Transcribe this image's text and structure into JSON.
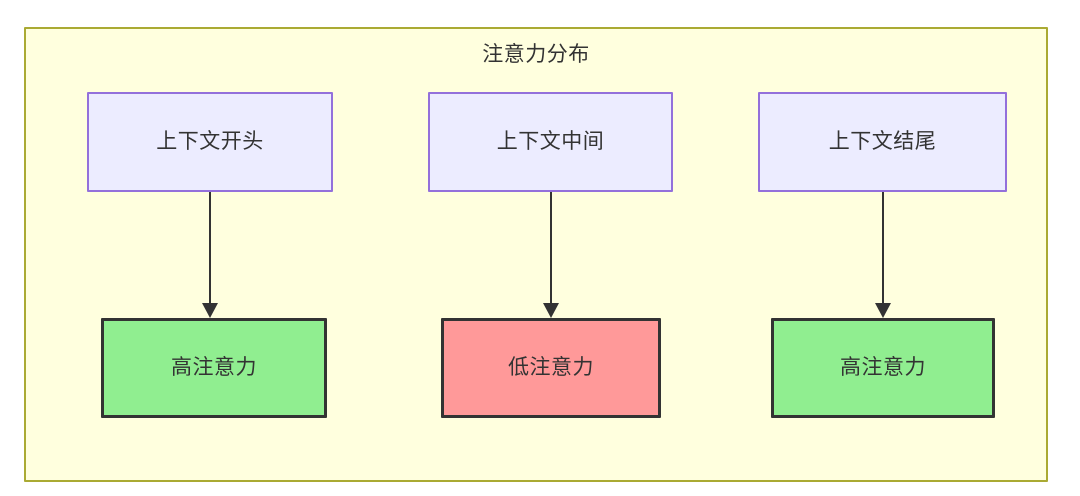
{
  "diagram": {
    "title": "注意力分布",
    "type": "flowchart",
    "direction": "top-to-bottom",
    "colors": {
      "frame_border": "#aaaa33",
      "frame_fill": "#ffffde",
      "context_fill": "#ececff",
      "context_border": "#9370db",
      "high_attention_fill": "#90ee90",
      "low_attention_fill": "#ff9999",
      "node_border": "#333333",
      "text": "#333333",
      "edge": "#333333"
    },
    "nodes": [
      {
        "id": "ctx-start",
        "label": "上下文开头",
        "role": "context",
        "column": 1
      },
      {
        "id": "ctx-middle",
        "label": "上下文中间",
        "role": "context",
        "column": 2
      },
      {
        "id": "ctx-end",
        "label": "上下文结尾",
        "role": "context",
        "column": 3
      },
      {
        "id": "attn-high-1",
        "label": "高注意力",
        "role": "high-attention",
        "column": 1
      },
      {
        "id": "attn-low",
        "label": "低注意力",
        "role": "low-attention",
        "column": 2
      },
      {
        "id": "attn-high-2",
        "label": "高注意力",
        "role": "high-attention",
        "column": 3
      }
    ],
    "edges": [
      {
        "from": "ctx-start",
        "to": "attn-high-1",
        "label": "",
        "arrow": "arrow-head-icon"
      },
      {
        "from": "ctx-middle",
        "to": "attn-low",
        "label": "",
        "arrow": "arrow-head-icon"
      },
      {
        "from": "ctx-end",
        "to": "attn-high-2",
        "label": "",
        "arrow": "arrow-head-icon"
      }
    ]
  }
}
